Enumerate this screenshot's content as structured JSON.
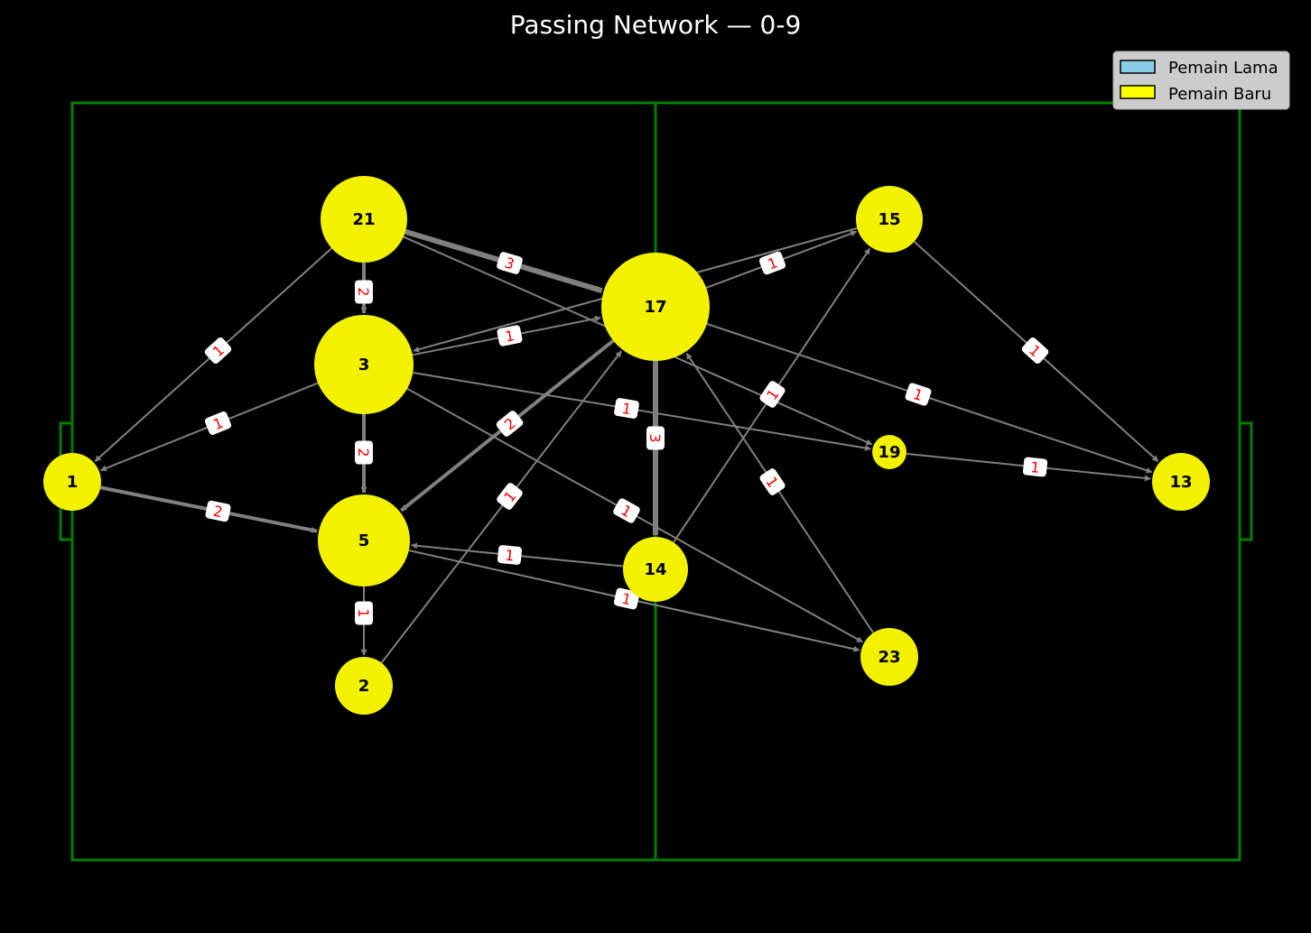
{
  "title": "Passing Network — 0-9",
  "legend": [
    {
      "label": "Pemain Lama",
      "color": "#87ceeb"
    },
    {
      "label": "Pemain Baru",
      "color": "#ffff00"
    }
  ],
  "colors": {
    "background": "#000000",
    "pitch_line": "#008000",
    "node_fill": "#f2f200",
    "edge": "#808080",
    "edge_label_text": "#ff0000",
    "edge_label_bg": "#ffffff"
  },
  "players": [
    {
      "id": "21",
      "group": "Pemain Baru"
    },
    {
      "id": "3",
      "group": "Pemain Baru"
    },
    {
      "id": "5",
      "group": "Pemain Baru"
    },
    {
      "id": "2",
      "group": "Pemain Baru"
    },
    {
      "id": "1",
      "group": "Pemain Baru"
    },
    {
      "id": "17",
      "group": "Pemain Baru"
    },
    {
      "id": "14",
      "group": "Pemain Baru"
    },
    {
      "id": "15",
      "group": "Pemain Baru"
    },
    {
      "id": "19",
      "group": "Pemain Baru"
    },
    {
      "id": "23",
      "group": "Pemain Baru"
    },
    {
      "id": "13",
      "group": "Pemain Baru"
    }
  ],
  "passes": [
    {
      "from": "21",
      "to": "17",
      "count": 3
    },
    {
      "from": "21",
      "to": "3",
      "count": 2
    },
    {
      "from": "21",
      "to": "1",
      "count": 1
    },
    {
      "from": "21",
      "to": "19",
      "count": 1
    },
    {
      "from": "3",
      "to": "5",
      "count": 2
    },
    {
      "from": "3",
      "to": "1",
      "count": 1
    },
    {
      "from": "3",
      "to": "17",
      "count": 1
    },
    {
      "from": "3",
      "to": "19",
      "count": 1
    },
    {
      "from": "3",
      "to": "23",
      "count": 1
    },
    {
      "from": "15",
      "to": "3",
      "count": 1
    },
    {
      "from": "1",
      "to": "5",
      "count": 2
    },
    {
      "from": "17",
      "to": "5",
      "count": 2
    },
    {
      "from": "5",
      "to": "2",
      "count": 1
    },
    {
      "from": "5",
      "to": "23",
      "count": 1
    },
    {
      "from": "14",
      "to": "5",
      "count": 1
    },
    {
      "from": "2",
      "to": "17",
      "count": 1
    },
    {
      "from": "17",
      "to": "14",
      "count": 3
    },
    {
      "from": "17",
      "to": "15",
      "count": 1
    },
    {
      "from": "17",
      "to": "13",
      "count": 1
    },
    {
      "from": "23",
      "to": "17",
      "count": 1
    },
    {
      "from": "14",
      "to": "15",
      "count": 1
    },
    {
      "from": "15",
      "to": "13",
      "count": 1
    },
    {
      "from": "19",
      "to": "13",
      "count": 1
    }
  ]
}
